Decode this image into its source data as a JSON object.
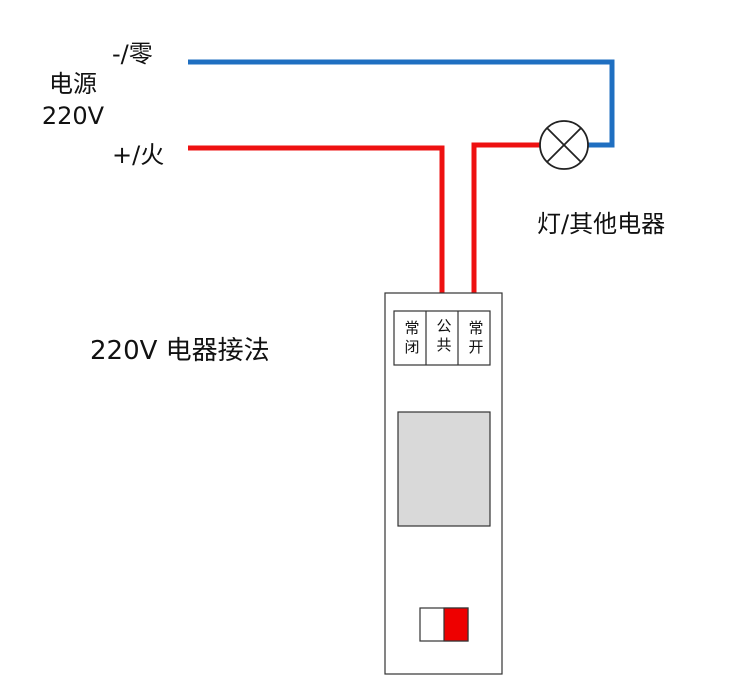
{
  "source": {
    "line1": "电源",
    "line2": "220V"
  },
  "neutral_label": "-/零",
  "live_label": "+/火",
  "load_label": "灯/其他电器",
  "title": "220V 电器接法",
  "terminals": {
    "nc": {
      "line1": "常",
      "line2": "闭"
    },
    "com": {
      "line1": "公",
      "line2": "共"
    },
    "no": {
      "line1": "常",
      "line2": "开"
    }
  },
  "colors": {
    "live_wire": "#ee1111",
    "neutral_wire": "#1f6fc1",
    "display_window": "#d9d9d9",
    "switch_red": "#ee0000"
  }
}
